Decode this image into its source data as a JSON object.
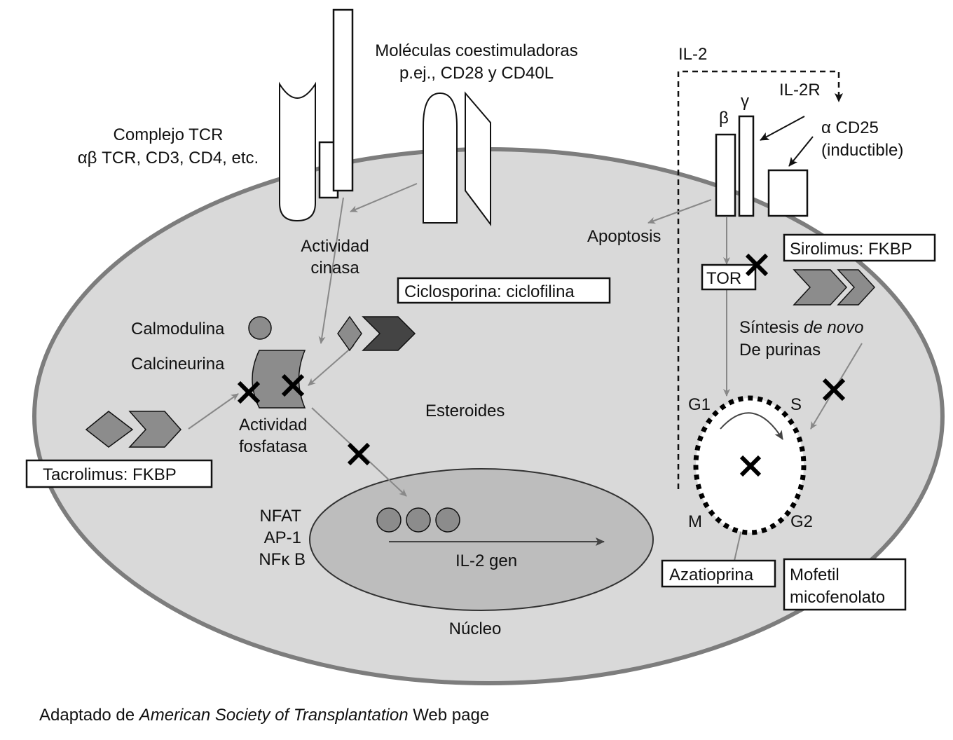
{
  "labels": {
    "costim_line1": "Moléculas coestimuladoras",
    "costim_line2": "p.ej., CD28 y CD40L",
    "tcr_line1": "Complejo TCR",
    "tcr_line2": "αβ TCR, CD3, CD4, etc.",
    "il2": "IL-2",
    "il2r": "IL-2R",
    "beta": "β",
    "gamma": "γ",
    "cd25_line1": "α CD25",
    "cd25_line2": "(inductible)",
    "apoptosis": "Apoptosis",
    "kinase_line1": "Actividad",
    "kinase_line2": "cinasa",
    "calmodulina": "Calmodulina",
    "calcineurina": "Calcineurina",
    "phosphatase_line1": "Actividad",
    "phosphatase_line2": "fosfatasa",
    "esteroides": "Esteroides",
    "nfat": "NFAT",
    "ap1": "AP-1",
    "nfkb": "NFκ B",
    "il2_gene": "IL-2 gen",
    "nucleo": "Núcleo",
    "tor": "TOR",
    "synth_line1_a": "Síntesis ",
    "synth_line1_b": "de novo",
    "synth_line2": "De purinas",
    "g1": "G1",
    "s": "S",
    "m": "M",
    "g2": "G2"
  },
  "drugs": {
    "ciclosporina": "Ciclosporina: ciclofilina",
    "tacrolimus": "Tacrolimus: FKBP",
    "sirolimus": "Sirolimus: FKBP",
    "azatioprina": "Azatioprina",
    "mofetil_line1": "Mofetil",
    "mofetil_line2": "micofenolato"
  },
  "caption": {
    "prefix": "Adaptado de ",
    "source": "American Society of Transplantation",
    "suffix": " Web page"
  },
  "colors": {
    "cytoplasm": "#d9d9d9",
    "membrane": "#7d7d7d",
    "nucleus": "#bdbdbd",
    "protein_mid": "#8c8c8c",
    "protein_dark": "#444444",
    "inhibition_mark": "#000000"
  }
}
